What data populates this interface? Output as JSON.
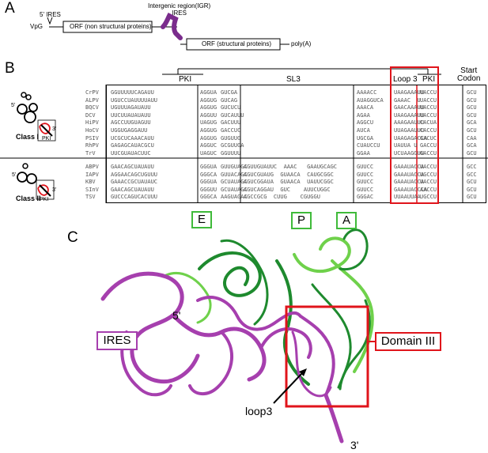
{
  "panels": {
    "a": "A",
    "b": "B",
    "c": "C"
  },
  "panelA": {
    "vpg": "VpG",
    "ires5": "5' IRES",
    "orf1": "ORF (non structural proteins)",
    "igr_line1": "Intergenic region(IGR)",
    "igr_line2": "IRES",
    "orf2": "ORF (structural proteins)",
    "polyA": "poly(A)"
  },
  "panelB": {
    "headers": {
      "pki1": "PKI",
      "sl3": "SL3",
      "loop3": "Loop 3",
      "pki2": "PKI",
      "start1": "Start",
      "start2": "Codon"
    },
    "class1": {
      "label": "Class I",
      "pki": "PKI",
      "p5": "5'",
      "p3": "3'"
    },
    "class2": {
      "label": "Class II",
      "pki": "PKI",
      "p5": "5'",
      "p3": "3'"
    },
    "class1_rows": [
      {
        "name": "CrPV",
        "c1": "GGUUUUUCAGAUU",
        "c2": "AGGUA",
        "c3": "GUCGA",
        "c4": "",
        "c5": "AAAACC",
        "c6": "UAAGAAAUU",
        "c7": "UACCU",
        "c8": "GCU"
      },
      {
        "name": "ALPV",
        "c1": "UGUCCUAUUUUAUU",
        "c2": "AGGUG",
        "c3": "GUCAG",
        "c4": "",
        "c5": "AUAGGUCA",
        "c6": "GAAAC  U",
        "c7": "UACCU",
        "c8": "GCU"
      },
      {
        "name": "BQCV",
        "c1": "UGUUUAGAUAUU",
        "c2": "AGGUG",
        "c3": "GUCUCU",
        "c4": "",
        "c5": "AAACA",
        "c6": "GAACAAAUU",
        "c7": "UACCU",
        "c8": "GCU"
      },
      {
        "name": "DCV",
        "c1": "UUCUUAUAUAUU",
        "c2": "AGGUU",
        "c3": "GUCAUUU",
        "c4": "",
        "c5": "AGAA",
        "c6": "UAAGAAAUU",
        "c7": "UACCU",
        "c8": "GCU"
      },
      {
        "name": "HiPV",
        "c1": "AGCCUUGUAGUU",
        "c2": "UAGUG",
        "c3": "GACUUU",
        "c4": "",
        "c5": "AGGCU",
        "c6": "AAAGAAUUU",
        "c7": "CACUA",
        "c8": "GCA"
      },
      {
        "name": "HoCV",
        "c1": "UGGUGAGGAUU",
        "c2": "AGGUG",
        "c3": "GACCUC",
        "c4": "",
        "c5": "AUCA",
        "c6": "UUAGAAUUU",
        "c7": "CACCU",
        "c8": "GCU"
      },
      {
        "name": "PSIV",
        "c1": "UCGCUCAAACAUU",
        "c2": "AGGUG",
        "c3": "GUGUUG",
        "c4": "",
        "c5": "UGCGA",
        "c6": "UAAGAGACCA",
        "c7": "GACUC",
        "c8": "CAA"
      },
      {
        "name": "RhPV",
        "c1": "GAGAGCAUACGCU",
        "c2": "AGGUC",
        "c3": "GCGUUGA",
        "c4": "",
        "c5": "CUAUCCU",
        "c6": "UAUUA U",
        "c7": "GACCU",
        "c8": "GCA"
      },
      {
        "name": "TrV",
        "c1": "UUCGUAUACUUC",
        "c2": "UAGUC",
        "c3": "GGUUUU",
        "c4": "",
        "c5": "GGAA",
        "c6": "UCUAAGGUU",
        "c7": "GACCU",
        "c8": "GCU"
      }
    ],
    "class2_rows": [
      {
        "name": "ABPV",
        "c1": "GAACAGCUAUAUU",
        "c2": "GGGUA",
        "c3": "GUUGUAGC",
        "c4": "AGUUGUAUUC  AAAC   GAAUGCAGC",
        "c5": "GUUCC",
        "c6": "GAAAUACCA",
        "c7": "UACCU",
        "c8": "GCC"
      },
      {
        "name": "IAPV",
        "c1": "AGGAACAGCUGUUU",
        "c2": "GGGCA",
        "c3": "GUUACAGC",
        "c4": "AGUCGUAUG  GUAACA  CAUGCGGC",
        "c5": "GUUCC",
        "c6": "GAAAUACCA",
        "c7": "UGCCU",
        "c8": "GCC"
      },
      {
        "name": "KBV",
        "c1": "GAAACCGCUAUAUC",
        "c2": "GGGUA",
        "c3": "GCUAUAGC",
        "c4": "AGUCGGAUA  GUAACA  UAUUCGGC",
        "c5": "GUUCC",
        "c6": "GAAAUACCA",
        "c7": "UACCU",
        "c8": "GCU"
      },
      {
        "name": "SInV",
        "c1": "GAACAGCUAUAUU",
        "c2": "GGGUU",
        "c3": "GCUAUAGC",
        "c4": "AGUCAGGAU  GUC    AUUCUGGC",
        "c5": "GUUCC",
        "c6": "GAAAUACCCA",
        "c7": "AACCU",
        "c8": "GCU"
      },
      {
        "name": "TSV",
        "c1": "GUCCCAGUCACUUU",
        "c2": "GGGCA",
        "c3": "AAGUAGAC",
        "c4": "AGCCGCG  CUUG    CGUGGU",
        "c5": "GGGAC",
        "c6": "UUAAUUAA",
        "c7": "UGCCU",
        "c8": "GCU"
      }
    ]
  },
  "panelC": {
    "e": "E",
    "p": "P",
    "a": "A",
    "ires": "IRES",
    "domain3": "Domain III",
    "loop3": "loop3",
    "p5": "5'",
    "p3": "3'"
  },
  "colors": {
    "ires": "#a63fae",
    "trna_dark": "#1e8a2e",
    "trna_light": "#6fd14b",
    "highlight": "#e0141b",
    "igr_purple": "#7a2c8c"
  }
}
